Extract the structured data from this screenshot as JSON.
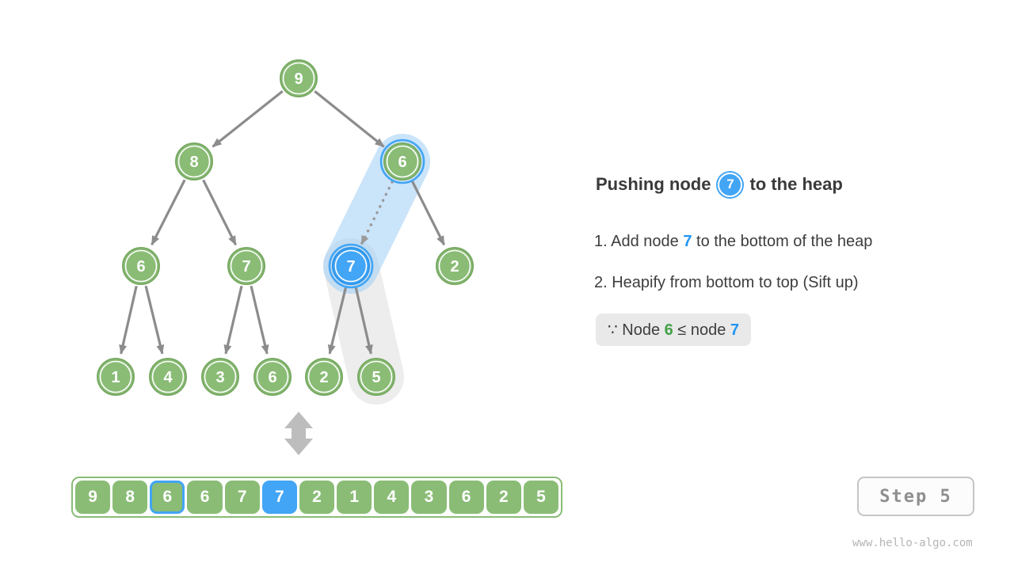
{
  "colors": {
    "node_green": "#8abc76",
    "node_blue": "#42a5f5",
    "capsule_blue": "#cae3fa",
    "capsule_gray": "#ededed",
    "edge_gray": "#8c8c8c",
    "text_green": "#43a047",
    "text_blue": "#2196f3"
  },
  "tree": {
    "nodes": [
      "9",
      "8",
      "6",
      "6",
      "7",
      "7",
      "2",
      "1",
      "4",
      "3",
      "6",
      "2",
      "5"
    ]
  },
  "array": {
    "values": [
      "9",
      "8",
      "6",
      "6",
      "7",
      "7",
      "2",
      "1",
      "4",
      "3",
      "6",
      "2",
      "5"
    ]
  },
  "panel": {
    "title_prefix": "Pushing node",
    "title_node_value": "7",
    "title_suffix": "to the heap",
    "steps": [
      {
        "prefix": "1. Add node ",
        "highlight": "7",
        "suffix": " to the bottom of the heap"
      },
      {
        "prefix": "2. Heapify from bottom to top (Sift up)",
        "highlight": "",
        "suffix": ""
      }
    ],
    "note": {
      "prefix": "∵ Node ",
      "green": "6",
      "middle": " ≤ node ",
      "blue": "7"
    }
  },
  "step_badge": "Step 5",
  "watermark": "www.hello-algo.com"
}
